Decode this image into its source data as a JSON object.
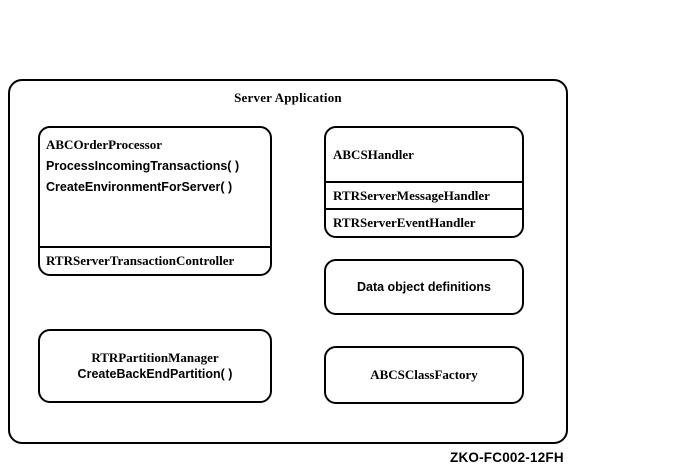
{
  "figure": {
    "title": "Server Application",
    "caption": "ZKO-FC002-12FH",
    "colors": {
      "stroke": "#000000",
      "background": "#ffffff",
      "text": "#000000"
    }
  },
  "nodes": {
    "order_processor": {
      "name": "ABCOrderProcessor",
      "methods": [
        "ProcessIncomingTransactions( )",
        "CreateEnvironmentForServer( )"
      ],
      "footer": "RTRServerTransactionController"
    },
    "abcs_handler": {
      "name": "ABCSHandler",
      "sections": [
        "RTRServerMessageHandler",
        "RTRServerEventHandler"
      ]
    },
    "data_objects": {
      "label": "Data object definitions"
    },
    "partition_manager": {
      "name": "RTRPartitionManager",
      "method": "CreateBackEndPartition( )"
    },
    "class_factory": {
      "label": "ABCSClassFactory"
    }
  }
}
